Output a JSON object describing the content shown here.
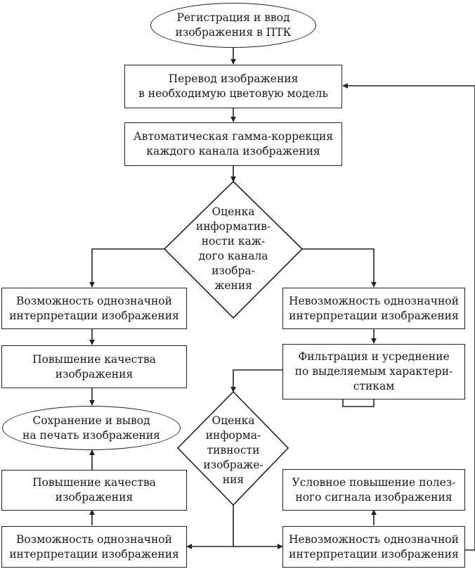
{
  "nodes": {
    "start": "Регистрация и ввод\nизображения в ПТК",
    "convert": "Перевод изображения\nв необходимую цветовую модель",
    "gamma": "Автоматическая гамма-коррекция\nкаждого канала изображения",
    "decision1": "Оценка\nинформатив-\nности каж-\nдого канала\nизобра-\nжения",
    "possible1": "Возможность однозначной\nинтерпретации изображения",
    "impossible1": "Невозможность однозначной\nинтерпретации изображения",
    "improve1": "Повышение качества\nизображения",
    "filter": "Фильтрация и усреднение\nпо выделяемым характери-\nстикам",
    "save": "Сохранение и вывод\nна печать изображения",
    "decision2": "Оценка\nинформа-\nтивности\nизображе-\nния",
    "improve2": "Повышение качества\nизображения",
    "conditional": "Условное повышение полез-\nного сигнала изображения",
    "possible2": "Возможность однозначной\nинтерпретации изображения",
    "impossible2": "Невозможность однозначной\nинтерпретации изображения"
  },
  "colors": {
    "line": "#222222",
    "background": "#ffffff"
  }
}
